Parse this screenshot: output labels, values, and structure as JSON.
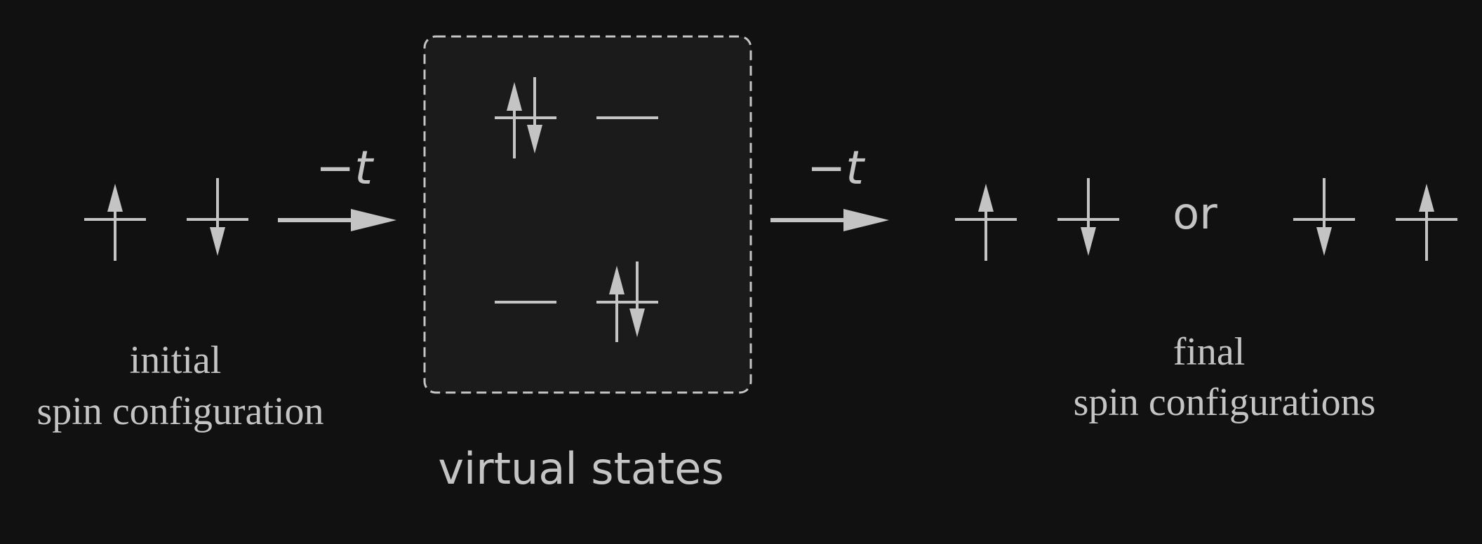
{
  "labels": {
    "initial_line1": "initial",
    "initial_line2": "spin configuration",
    "virtual": "virtual states",
    "final_line1": "final",
    "final_line2": "spin configurations",
    "or": "or",
    "hop_left": "−t",
    "hop_right": "−t"
  },
  "sites": {
    "initial": [
      "up",
      "down"
    ],
    "virtual_top": [
      "up-down",
      "empty"
    ],
    "virtual_bottom": [
      "empty",
      "up-down"
    ],
    "final_option_1": [
      "up",
      "down"
    ],
    "final_option_2": [
      "down",
      "up"
    ]
  },
  "colors": {
    "background": "#111111",
    "box_fill": "#1b1b1b",
    "ink": "#c4c4c4"
  }
}
